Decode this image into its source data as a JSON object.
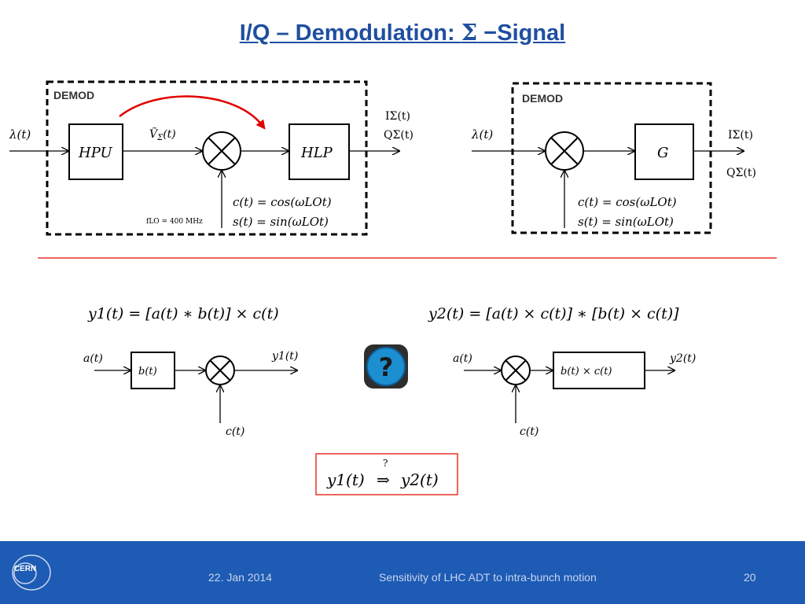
{
  "slide": {
    "title_main": "I/Q – Demodulation: ",
    "title_sigma": "Σ",
    "title_rest": " −Signal"
  },
  "left_block": {
    "label": "DEMOD",
    "input": "λ(t)",
    "hpu": "HPU",
    "vtilde": "Ṽ",
    "vsub": "Σ",
    "vt": "(t)",
    "hlp": "HLP",
    "out_i": "IΣ(t)",
    "out_q": "QΣ(t)",
    "c_eq": "c(t) = cos(ωLOt)",
    "s_eq": "s(t) = sin(ωLOt)",
    "flo": "fLO = 400 MHz"
  },
  "right_block": {
    "label": "DEMOD",
    "input": "λ(t)",
    "g": "G",
    "out_i": "IΣ(t)",
    "out_q": "QΣ(t)",
    "c_eq": "c(t) = cos(ωLOt)",
    "s_eq": "s(t) = sin(ωLOt)"
  },
  "eq1": {
    "text": "y1(t) = [a(t) ∗ b(t)] × c(t)",
    "input": "a(t)",
    "block": "b(t)",
    "output": "y1(t)",
    "lo": "c(t)"
  },
  "eq2": {
    "text": "y2(t) = [a(t) × c(t)] ∗ [b(t) × c(t)]",
    "input": "a(t)",
    "block": "b(t) × c(t)",
    "output": "y2(t)",
    "lo": "c(t)"
  },
  "question": {
    "symbol": "?",
    "lhs": "y1(t)",
    "arrow": "⇒",
    "over": "?",
    "rhs": "y2(t)"
  },
  "footer": {
    "logo_text": "CERN",
    "date": "22. Jan 2014",
    "title": "Sensitivity of LHC ADT to intra-bunch motion",
    "page": "20"
  },
  "colors": {
    "title": "#1f4fa0",
    "footer_bg": "#1d5bb5",
    "separator": "#e8332a",
    "question_blue": "#1c8fd1"
  }
}
